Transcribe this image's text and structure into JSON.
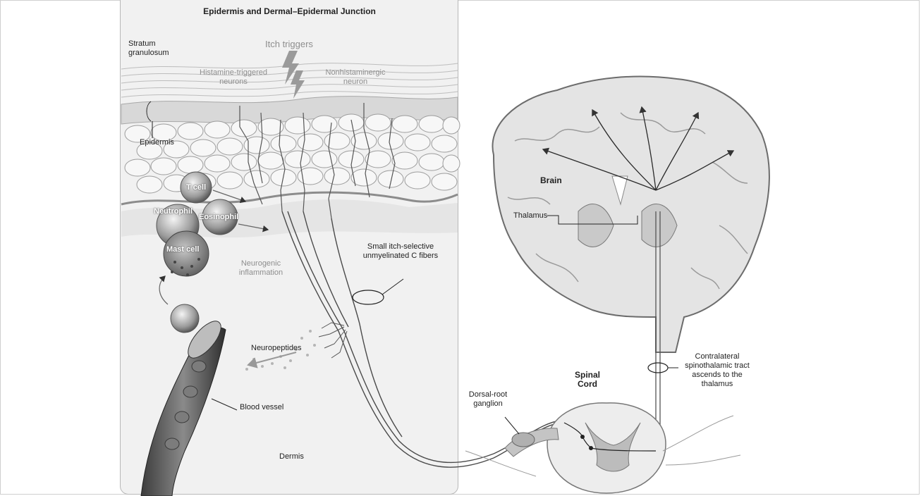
{
  "diagram": {
    "panel_title": "Epidermis and Dermal–Epidermal Junction",
    "labels": {
      "stratum": "Stratum granulosum",
      "itch_triggers": "Itch triggers",
      "histamine_neurons": "Histamine-triggered neurons",
      "nonhistaminergic": "Nonhistaminergic neuron",
      "epidermis": "Epidermis",
      "t_cell": "T cell",
      "neutrophil": "Neutrophil",
      "eosinophil": "Eosinophil",
      "mast_cell": "Mast cell",
      "neurogenic": "Neurogenic inflammation",
      "c_fibers": "Small itch-selective unmyelinated C fibers",
      "neuropeptides": "Neuropeptides",
      "blood_vessel": "Blood vessel",
      "dermis": "Dermis",
      "brain": "Brain",
      "thalamus": "Thalamus",
      "dorsal_root": "Dorsal-root ganglion",
      "spinal_cord": "Spinal Cord",
      "tract": "Contralateral spinothalamic tract ascends to the thalamus"
    }
  }
}
